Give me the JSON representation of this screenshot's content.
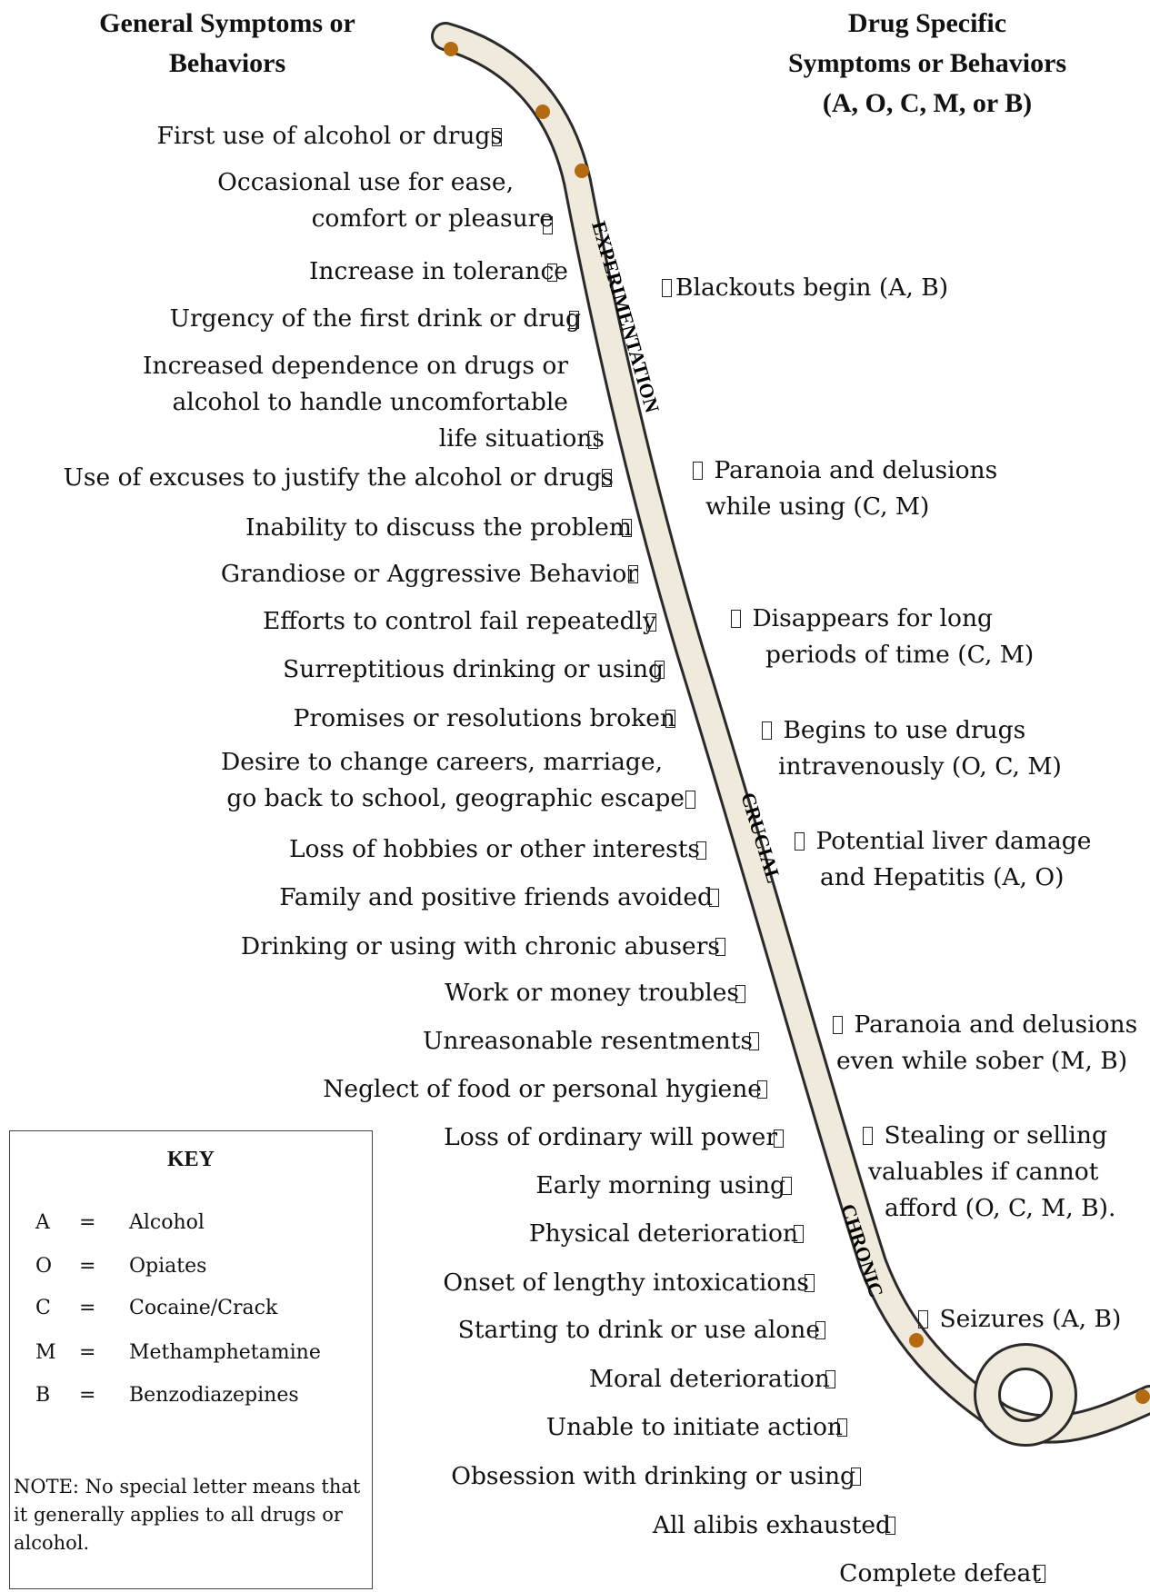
{
  "left_heading": [
    "General Symptoms or",
    "Behaviors"
  ],
  "right_heading": [
    "Drug Specific",
    "Symptoms or Behaviors",
    "(A, O, C, M, or B)"
  ],
  "stages": [
    "EXPERIMENTATION",
    "CRUCIAL",
    "CHRONIC"
  ],
  "general_symptoms": [
    [
      "First use of alcohol or drugs"
    ],
    [
      "Occasional use for ease,",
      "comfort or pleasure"
    ],
    [
      "Increase in tolerance"
    ],
    [
      "Urgency of the first drink or drug"
    ],
    [
      "Increased dependence on drugs or",
      "alcohol to handle uncomfortable",
      "life situations"
    ],
    [
      "Use of excuses to justify the alcohol or drugs"
    ],
    [
      "Inability to discuss the problem"
    ],
    [
      "Grandiose or Aggressive Behavior"
    ],
    [
      "Efforts to control fail repeatedly"
    ],
    [
      "Surreptitious drinking or using"
    ],
    [
      "Promises or resolutions broken"
    ],
    [
      "Desire to change careers, marriage,",
      "go back to school, geographic escape"
    ],
    [
      "Loss of hobbies or other interests"
    ],
    [
      "Family and positive friends avoided"
    ],
    [
      "Drinking or using with chronic abusers"
    ],
    [
      "Work or money troubles"
    ],
    [
      "Unreasonable resentments"
    ],
    [
      "Neglect of food or personal hygiene"
    ],
    [
      "Loss of ordinary will power"
    ],
    [
      "Early morning using"
    ],
    [
      "Physical deterioration"
    ],
    [
      "Onset of lengthy intoxications"
    ],
    [
      "Starting to drink or use alone"
    ],
    [
      "Moral deterioration"
    ],
    [
      "Unable to initiate action"
    ],
    [
      "Obsession with drinking or using"
    ],
    [
      "All alibis exhausted"
    ],
    [
      "Complete defeat"
    ]
  ],
  "drug_symptoms": [
    [
      "Blackouts begin (A, B)"
    ],
    [
      "Paranoia and delusions",
      "while using (C, M)"
    ],
    [
      "Disappears for long",
      "periods of time (C, M)"
    ],
    [
      "Begins to use drugs",
      "intravenously (O, C, M)"
    ],
    [
      "Potential liver damage",
      "and Hepatitis (A, O)"
    ],
    [
      "Paranoia and delusions",
      "even while sober (M, B)"
    ],
    [
      "Stealing or selling",
      "valuables if cannot",
      "afford (O, C, M, B)."
    ],
    [
      "Seizures (A, B)"
    ]
  ],
  "key": {
    "title": "KEY",
    "entries": [
      {
        "letter": "A",
        "eq": "=",
        "drug": "Alcohol"
      },
      {
        "letter": "O",
        "eq": "=",
        "drug": "Opiates"
      },
      {
        "letter": "C",
        "eq": "=",
        "drug": "Cocaine/Crack"
      },
      {
        "letter": "M",
        "eq": "=",
        "drug": "Methamphetamine"
      },
      {
        "letter": "B",
        "eq": "=",
        "drug": "Benzodiazepines"
      }
    ],
    "note": "NOTE: No special letter means that it generally applies to all drugs or alcohol."
  },
  "colors": {
    "road_fill": "#efeadb",
    "road_edge": "#2a2a2a",
    "dot": "#b36a10"
  }
}
